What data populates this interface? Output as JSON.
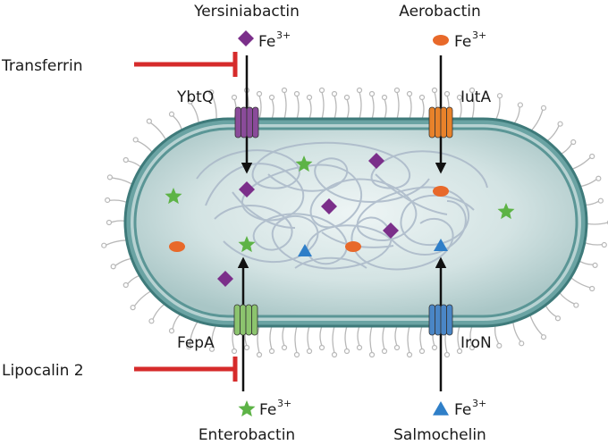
{
  "siderophores": {
    "top_left": {
      "name": "Yersiniabactin",
      "fe": "Fe",
      "charge": "3+",
      "symbol": "purple-diamond"
    },
    "top_right": {
      "name": "Aerobactin",
      "fe": "Fe",
      "charge": "3+",
      "symbol": "orange-ellipse"
    },
    "bottom_left": {
      "name": "Enterobactin",
      "fe": "Fe",
      "charge": "3+",
      "symbol": "green-star"
    },
    "bottom_right": {
      "name": "Salmochelin",
      "fe": "Fe",
      "charge": "3+",
      "symbol": "blue-triangle"
    }
  },
  "receptors": {
    "top_left": {
      "label": "YbtQ",
      "color": "#8a4b9a"
    },
    "top_right": {
      "label": "IutA",
      "color": "#e8822a"
    },
    "bottom_left": {
      "label": "FepA",
      "color": "#8cc46e"
    },
    "bottom_right": {
      "label": "IroN",
      "color": "#4a86c6"
    }
  },
  "inhibitors": {
    "top": {
      "label": "Transferrin"
    },
    "bottom": {
      "label": "Lipocalin 2"
    }
  },
  "colors": {
    "inhibitor": "#d62b2b",
    "diamond": "#7b2f8a",
    "ellipse": "#e8692a",
    "star": "#5db346",
    "triangle": "#2f7fc8",
    "membrane": "#5b9696",
    "cytoplasm": "#cfe0e0"
  }
}
